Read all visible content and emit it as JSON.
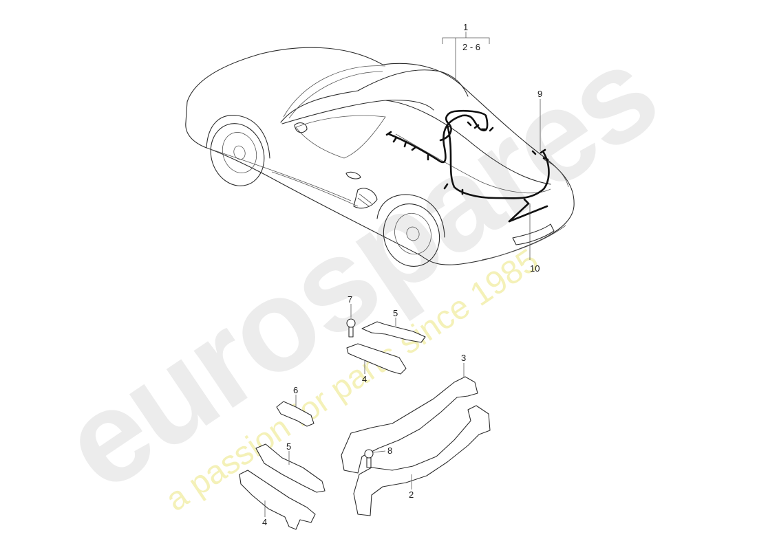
{
  "watermark": {
    "logo_text": "eurospares",
    "tagline": "a passion for parts since 1985"
  },
  "callouts": {
    "assembly_top": "1",
    "assembly_range": "2 - 6",
    "part_2": "2",
    "part_3": "3",
    "part_4_upper": "4",
    "part_4_lower": "4",
    "part_5_upper": "5",
    "part_5_lower": "5",
    "part_6": "6",
    "part_7": "7",
    "part_8": "8",
    "part_9": "9",
    "part_10": "10"
  }
}
